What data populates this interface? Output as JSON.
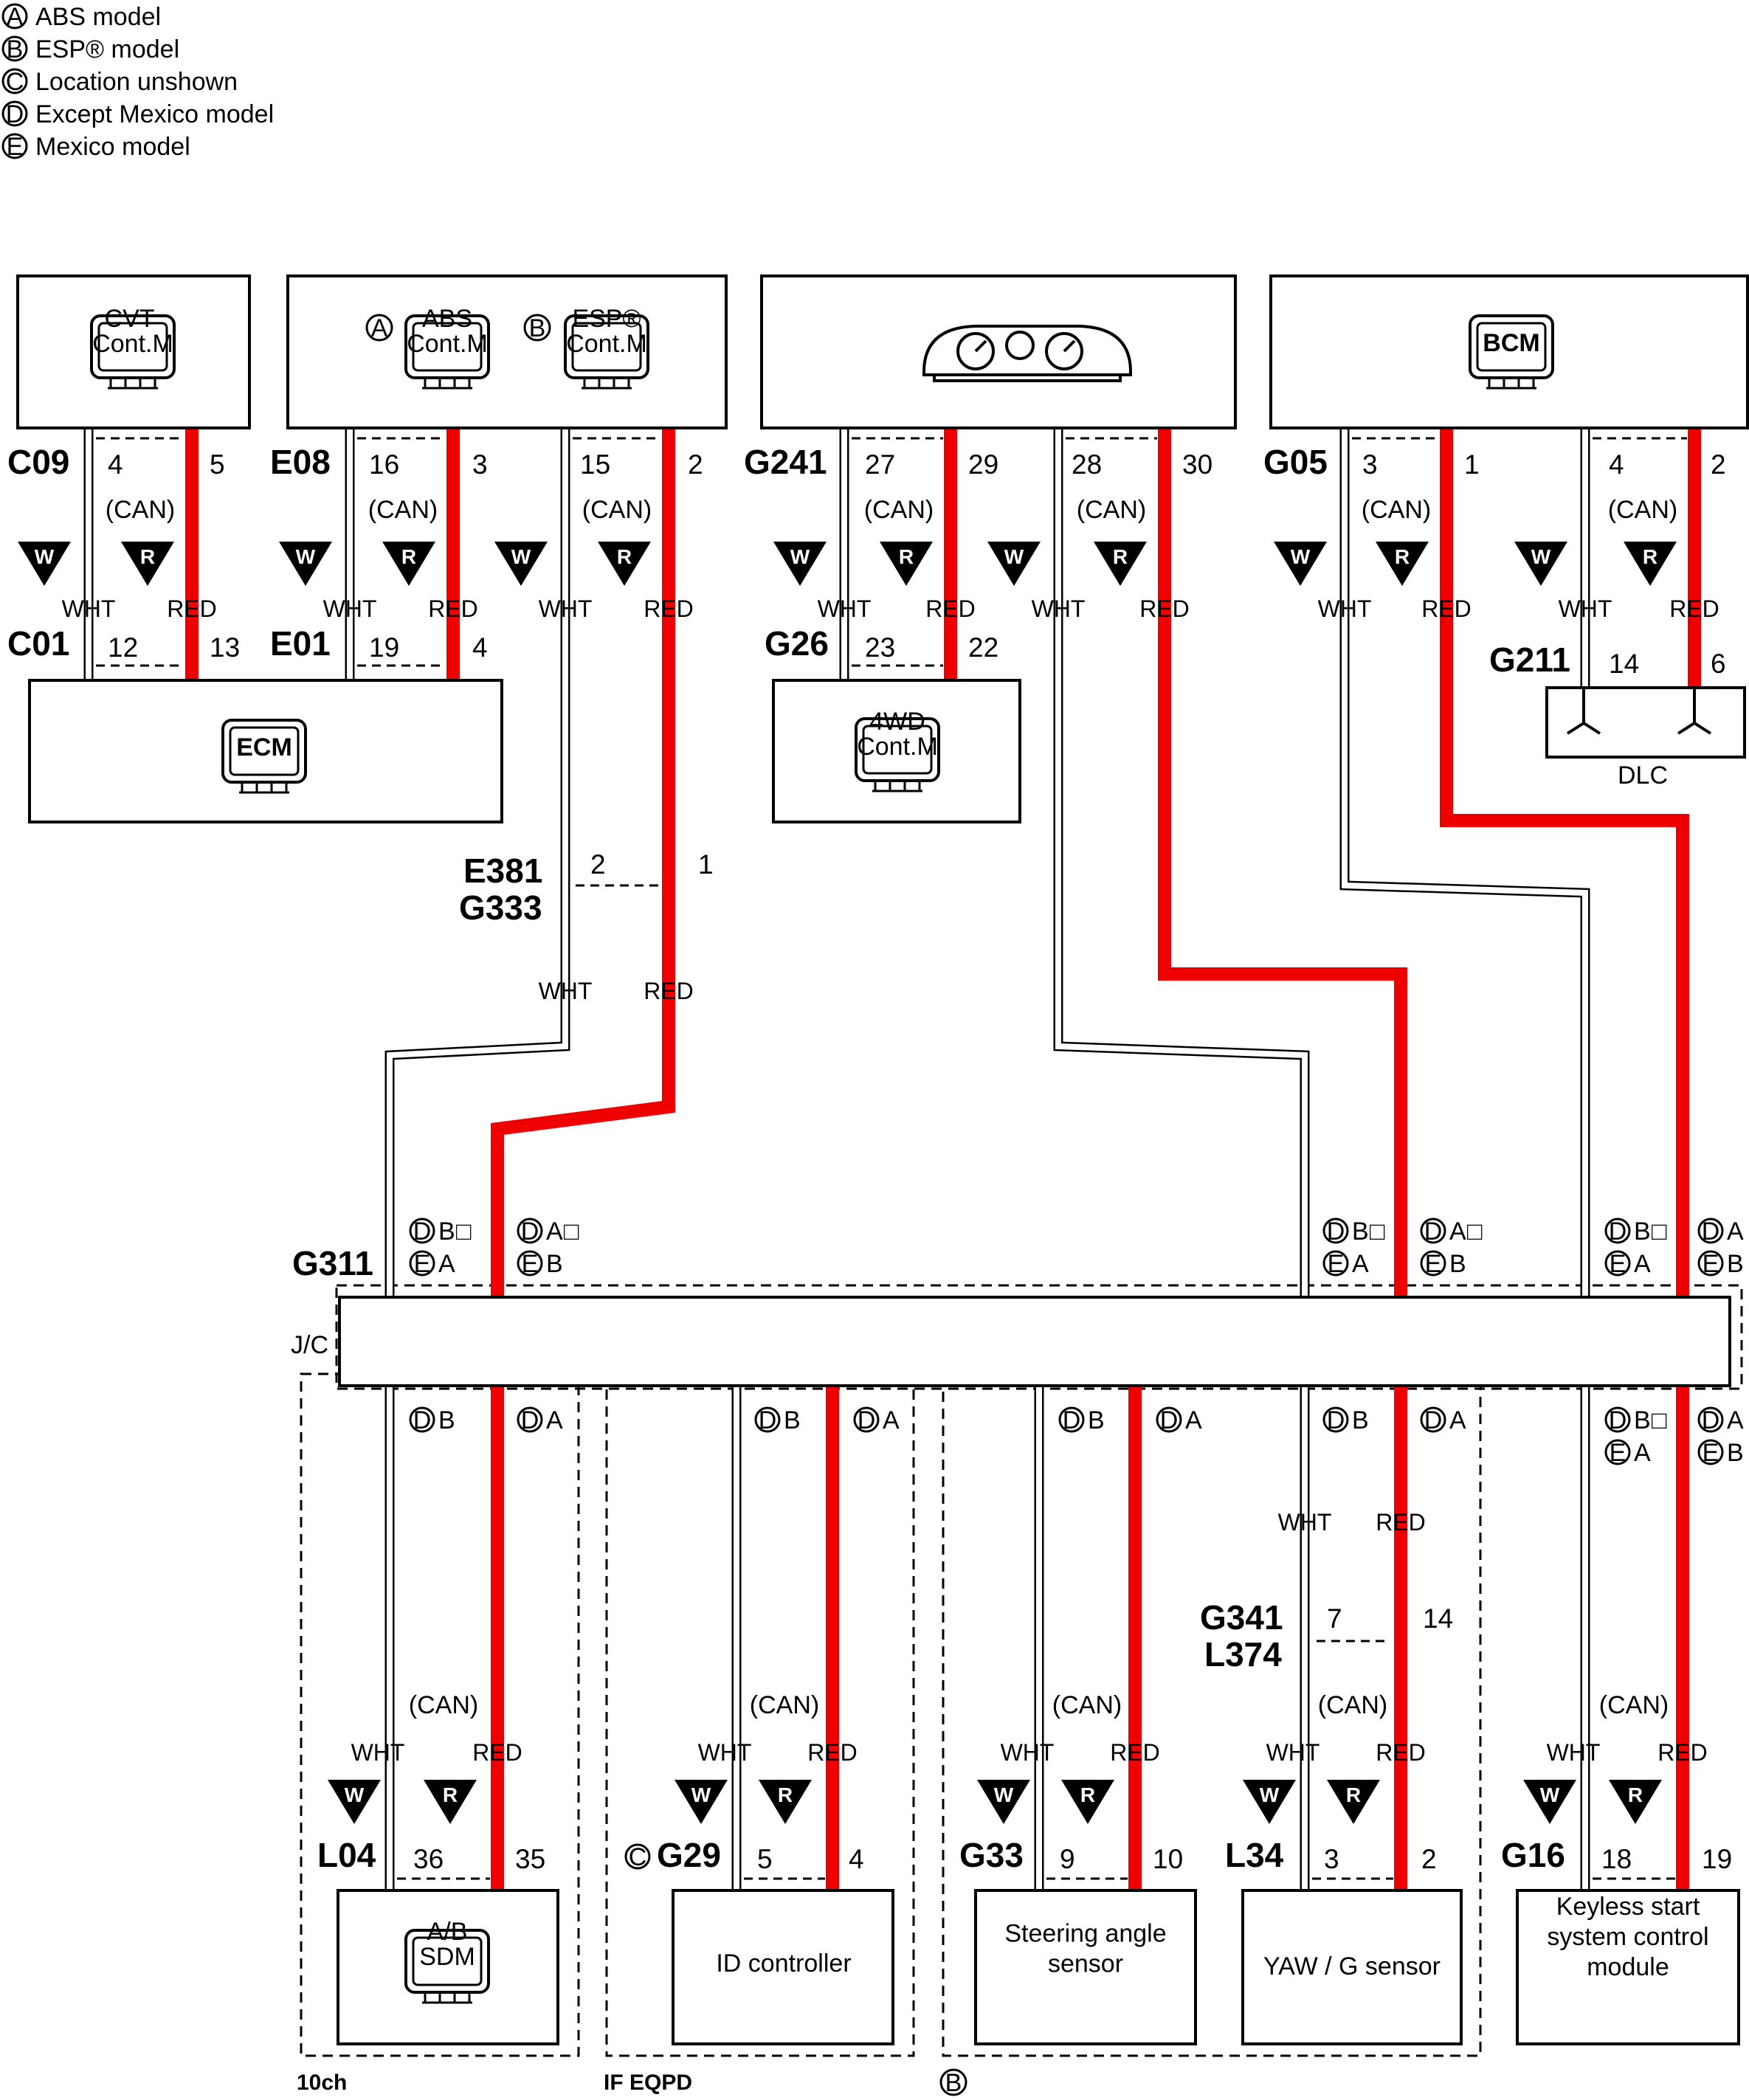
{
  "legend": [
    {
      "mark": "A",
      "text": "ABS model"
    },
    {
      "mark": "B",
      "text": "ESP® model"
    },
    {
      "mark": "C",
      "text": "Location unshown"
    },
    {
      "mark": "D",
      "text": "Except Mexico model"
    },
    {
      "mark": "E",
      "text": "Mexico model"
    }
  ],
  "modules": {
    "cvt": "CVT\nCont.M",
    "abs": "ABS\nCont.M",
    "esp": "ESP®\nCont.M",
    "bcm": "BCM",
    "ecm": "ECM",
    "fourwd": "4WD\nCont.M",
    "dlc": "DLC",
    "ab_sdm": "A/B\nSDM",
    "id_controller": "ID controller",
    "steering": "Steering angle\nsensor",
    "yaw": "YAW / G sensor",
    "keyless": "Keyless start\nsystem control\nmodule"
  },
  "connectors": {
    "c09": "C09",
    "e08": "E08",
    "g241": "G241",
    "g05": "G05",
    "c01": "C01",
    "e01": "E01",
    "g26": "G26",
    "g211": "G211",
    "e381": "E381",
    "g333": "G333",
    "g311": "G311",
    "jc": "J/C",
    "g341": "G341",
    "l374": "L374",
    "l04": "L04",
    "g29": "G29",
    "g33": "G33",
    "l34": "L34",
    "g16": "G16"
  },
  "pins": {
    "c09": [
      "4",
      "5"
    ],
    "e08a": [
      "16",
      "3"
    ],
    "e08b": [
      "15",
      "2"
    ],
    "g241a": [
      "27",
      "29"
    ],
    "g241b": [
      "28",
      "30"
    ],
    "g05a": [
      "3",
      "1"
    ],
    "g05b": [
      "4",
      "2"
    ],
    "c01": [
      "12",
      "13"
    ],
    "e01": [
      "19",
      "4"
    ],
    "g26": [
      "23",
      "22"
    ],
    "g211": [
      "14",
      "6"
    ],
    "e381": [
      "2",
      "1"
    ],
    "g341": [
      "7",
      "14"
    ],
    "l04": [
      "36",
      "35"
    ],
    "g29": [
      "5",
      "4"
    ],
    "g33": [
      "9",
      "10"
    ],
    "l34": [
      "3",
      "2"
    ],
    "g16": [
      "18",
      "19"
    ]
  },
  "wire_colors": {
    "white": "WHT",
    "red": "RED"
  },
  "triangle_marks": {
    "white": "W",
    "red": "R"
  },
  "can": "(CAN)",
  "variant_marks": {
    "d": "D",
    "e": "E",
    "a": "A",
    "b": "B",
    "c": "C",
    "box": "□"
  },
  "zones": {
    "z10ch": "10ch",
    "ifeqpd": "IF EQPD",
    "b": "B"
  },
  "colors": {
    "red_wire": "#ee0000",
    "white_wire": "#ffffff",
    "outline": "#000000"
  }
}
